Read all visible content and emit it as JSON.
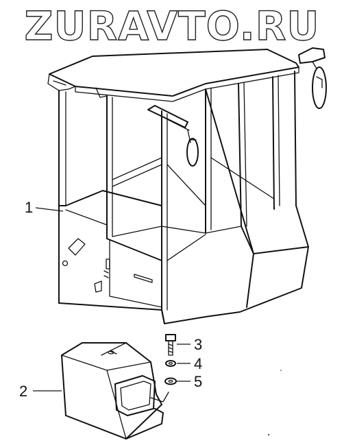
{
  "watermark": "ZURAVTO.RU",
  "callouts": [
    {
      "number": "1"
    },
    {
      "number": "2"
    },
    {
      "number": "3"
    },
    {
      "number": "4"
    },
    {
      "number": "5"
    }
  ]
}
